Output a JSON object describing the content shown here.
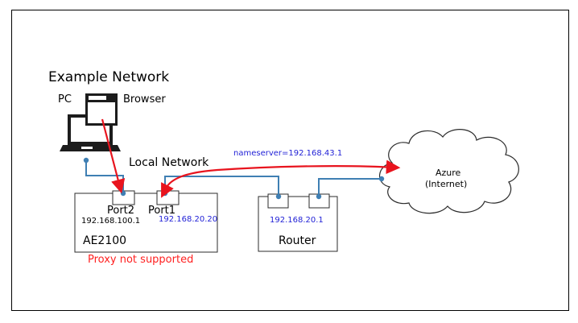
{
  "title": "Example Network",
  "pc_label": "PC",
  "browser_label": "Browser",
  "local_network_label": "Local Network",
  "nameserver_label": "nameserver=192.168.43.1",
  "ae2100": {
    "port2_label": "Port2",
    "port1_label": "Port1",
    "port2_ip": "192.168.100.1",
    "port1_ip": "192.168.20.20",
    "name": "AE2100",
    "note": "Proxy not supported"
  },
  "router": {
    "ip": "192.168.20.1",
    "name": "Router"
  },
  "azure": {
    "line1": "Azure",
    "line2": "(Internet)"
  },
  "colors": {
    "link_line": "#3f7fb3",
    "arrow": "#e8141e",
    "ip_text": "#1f1fd6",
    "warning_text": "#ff2020"
  }
}
